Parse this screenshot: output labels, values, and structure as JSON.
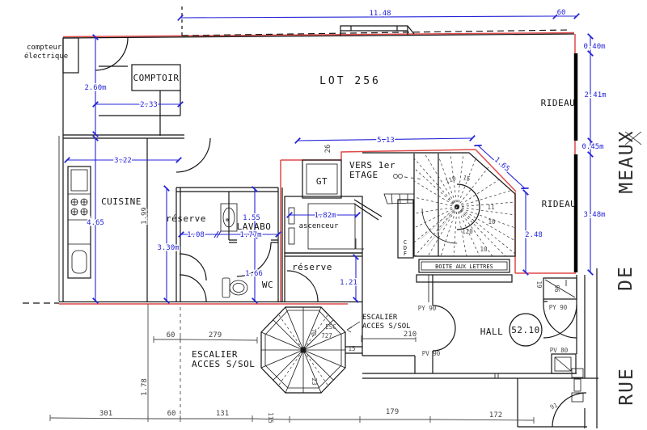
{
  "drawing": {
    "labels": {
      "compteur_line1": "compteur",
      "compteur_line2": "électrique",
      "comptoir": "COMPTOIR",
      "lot": "LOT 256",
      "rideau_top": "RIDEAU",
      "rideau_bottom": "RIDEAU",
      "cuisine": "CUISINE",
      "reserve_left": "réserve",
      "lavabo": "LAVABO",
      "wc": "WC",
      "gt": "GT",
      "vers_line1": "VERS 1er",
      "vers_line2": "ETAGE",
      "ascenceur": "ascenceur",
      "reserve_right": "réserve",
      "boite": "BOITE AUX LETTRES",
      "cdf_c": "C",
      "cdf_d": "D",
      "cdf_f": "F",
      "esc_left_1": "ESCALIER",
      "esc_left_2": "ACCES S/SOL",
      "esc_right_1": "ESCALIER",
      "esc_right_2": "ACCES S/SOL",
      "esc_hand": "ESC",
      "hall": "HALL",
      "hall_number": "52.10"
    },
    "street": {
      "rue": "RUE",
      "de": "DE",
      "meaux": "MEAUX"
    },
    "dims": {
      "top_width": "11.48",
      "top_seg": "60",
      "left_upper": "2.60m",
      "comptoir_w": "2.33",
      "kitchen_w": "3.22",
      "kitchen_h": "4.65",
      "kitchen_d": "1.99",
      "reserve_h": "3.30m",
      "reserve_w": "1.08",
      "lavabo_w": "1.77m",
      "lavabo_h": "1.55",
      "wc_h": "1.66",
      "elevator_w": "1.82m",
      "reserve2_h": "1.21",
      "stair_w": "5.13",
      "notch": "26",
      "stair_diag": "1.65",
      "stair_h": "2.48",
      "right1": "0.40m",
      "right2": "2.41m",
      "right3": "0.45m",
      "right4": "3.48m"
    },
    "pencil": {
      "d60a": "60",
      "d279": "279",
      "d210": "210",
      "d15": "15",
      "d70": "70",
      "d23": "23",
      "d301": "301",
      "d60b": "60",
      "d131": "131",
      "d115": "115",
      "d179": "179",
      "d172": "172",
      "d178": "1.78",
      "d727": "727",
      "d91": "91",
      "d96": "96",
      "d19": "19"
    },
    "doors": {
      "py90_left": "PY 90",
      "pv90_left": "PV 90",
      "py90_right": "PY 90",
      "pv80_right": "PV 80"
    },
    "stair_steps": {
      "a": "110",
      "b": "15",
      "c": "11",
      "d": "10",
      "e": "120",
      "f": "10"
    },
    "colors": {
      "dimension": "#2424d8",
      "boundary": "#e04848",
      "wall": "#151515"
    }
  }
}
